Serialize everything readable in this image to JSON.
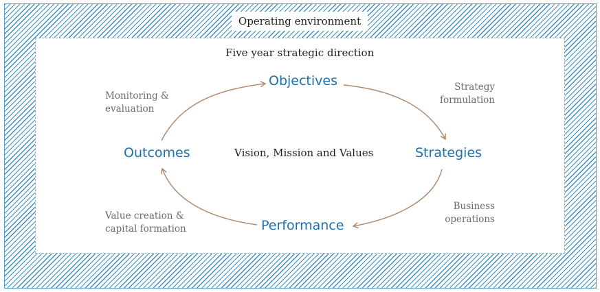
{
  "operating_environment": "Operating environment",
  "five_year_direction": "Five year strategic direction",
  "center": "Vision, Mission and Values",
  "nodes": {
    "objectives": "Objectives",
    "strategies": "Strategies",
    "performance": "Performance",
    "outcomes": "Outcomes"
  },
  "transitions": {
    "strategy_formulation": [
      "Strategy",
      "formulation"
    ],
    "business_operations": [
      "Business",
      "operations"
    ],
    "value_creation": [
      "Value creation &",
      "capital formation"
    ],
    "monitoring": [
      "Monitoring &",
      "evaluation"
    ]
  },
  "colors": {
    "hatch": "#3d8fc2",
    "node_text": "#1e6fae",
    "arrow": "#b08a6f",
    "label_gray": "#6b6b6b"
  }
}
